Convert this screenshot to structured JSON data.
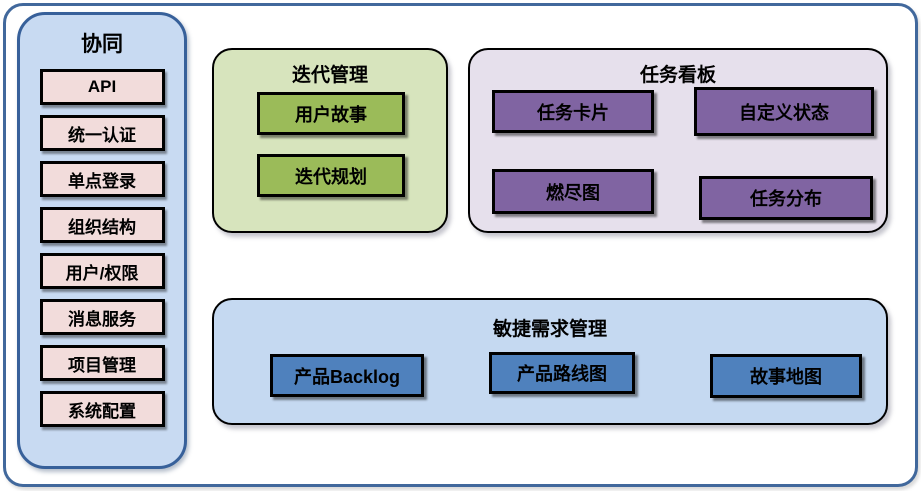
{
  "colors": {
    "outer_border": "#41689C",
    "sidebar_fill": "#C8DAF2",
    "sidebar_border": "#37609A",
    "sidebar_item_fill": "#F2DCDB",
    "iteration_fill": "#D7E4BD",
    "iteration_button": "#9BBB59",
    "kanban_fill": "#E6E0EC",
    "kanban_button": "#8064A2",
    "agile_fill": "#C5D9F1",
    "agile_button": "#4F81BD",
    "button_border": "#000000"
  },
  "sidebar": {
    "title": "协同",
    "items": [
      {
        "label": "API"
      },
      {
        "label": "统一认证"
      },
      {
        "label": "单点登录"
      },
      {
        "label": "组织结构"
      },
      {
        "label": "用户/权限"
      },
      {
        "label": "消息服务"
      },
      {
        "label": "项目管理"
      },
      {
        "label": "系统配置"
      }
    ]
  },
  "groups": {
    "iteration": {
      "title": "迭代管理",
      "items": [
        {
          "label": "用户故事"
        },
        {
          "label": "迭代规划"
        }
      ]
    },
    "kanban": {
      "title": "任务看板",
      "items": [
        {
          "label": "任务卡片"
        },
        {
          "label": "自定义状态"
        },
        {
          "label": "燃尽图"
        },
        {
          "label": "任务分布"
        }
      ]
    },
    "agile": {
      "title": "敏捷需求管理",
      "items": [
        {
          "label": "产品Backlog"
        },
        {
          "label": "产品路线图"
        },
        {
          "label": "故事地图"
        }
      ]
    }
  }
}
